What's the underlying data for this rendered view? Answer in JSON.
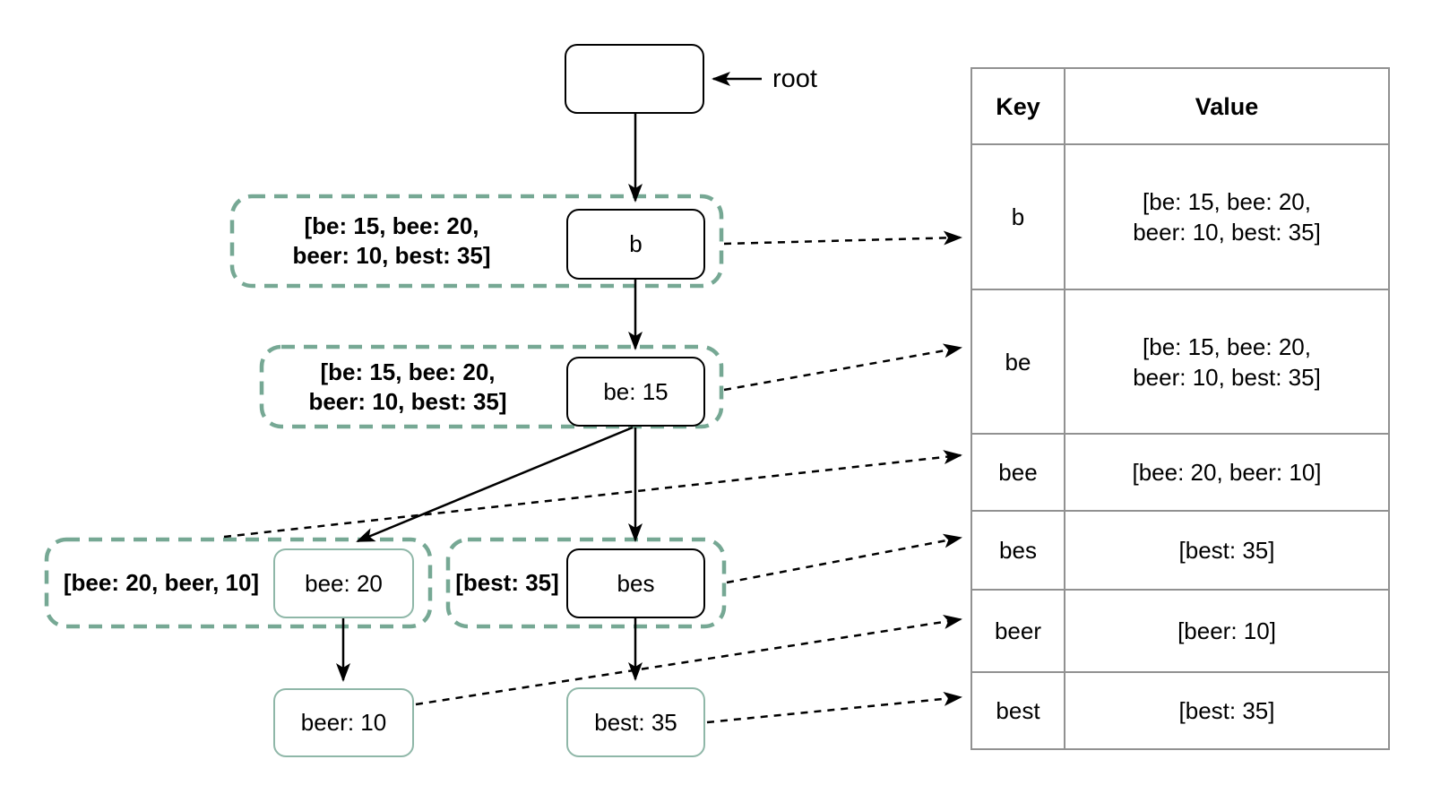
{
  "diagram": {
    "root_pointer_label": "root",
    "nodes": {
      "root": {
        "label": ""
      },
      "b": {
        "label": "b"
      },
      "be": {
        "label": "be: 15"
      },
      "bee": {
        "label": "bee: 20"
      },
      "bes": {
        "label": "bes"
      },
      "beer": {
        "label": "beer: 10"
      },
      "best": {
        "label": "best: 35"
      }
    },
    "annotations": {
      "b": "[be: 15, bee: 20,\nbeer: 10, best: 35]",
      "be": "[be: 15, bee: 20,\nbeer: 10, best: 35]",
      "bee": "[bee: 20, beer, 10]",
      "bes": "[best: 35]"
    },
    "colors": {
      "annotation_box_teal": "#76A894",
      "leaf_node_border_teal": "#8FB7A8",
      "node_border_black": "#000000",
      "table_border_gray": "#919191"
    }
  },
  "table": {
    "headers": {
      "key": "Key",
      "value": "Value"
    },
    "rows": [
      {
        "key": "b",
        "value": "[be: 15, bee: 20,\nbeer: 10, best: 35]"
      },
      {
        "key": "be",
        "value": "[be: 15, bee: 20,\nbeer: 10, best: 35]"
      },
      {
        "key": "bee",
        "value": "[bee: 20, beer: 10]"
      },
      {
        "key": "bes",
        "value": "[best: 35]"
      },
      {
        "key": "beer",
        "value": "[beer: 10]"
      },
      {
        "key": "best",
        "value": "[best: 35]"
      }
    ]
  }
}
